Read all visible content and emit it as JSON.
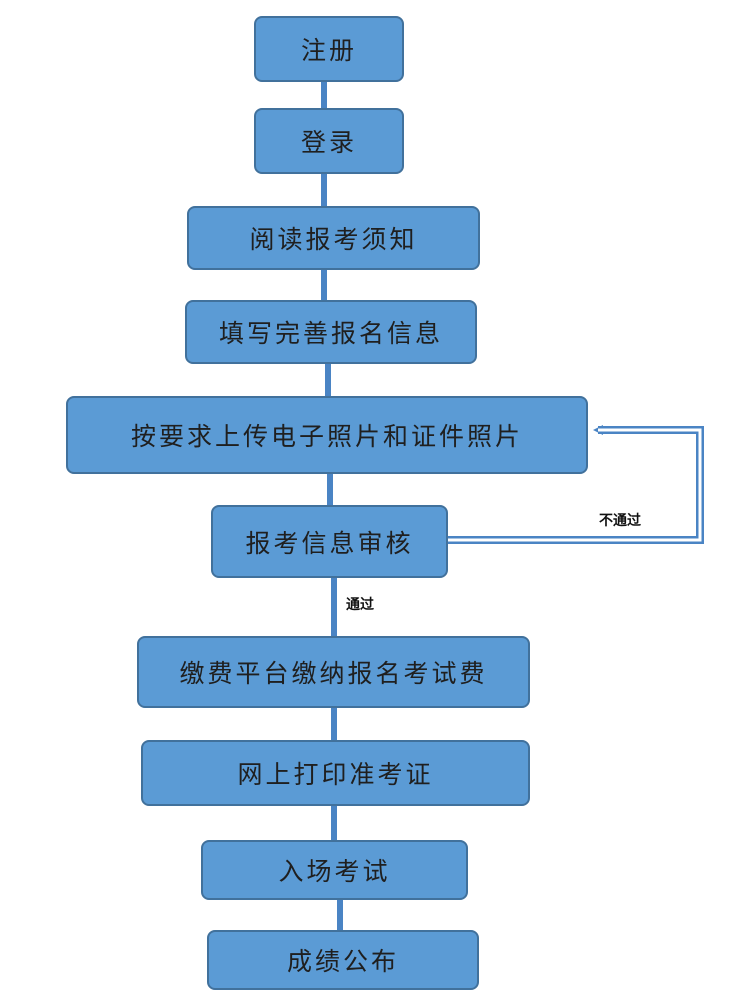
{
  "flowchart": {
    "steps": [
      {
        "id": "register",
        "label": "注册"
      },
      {
        "id": "login",
        "label": "登录"
      },
      {
        "id": "read_notice",
        "label": "阅读报考须知"
      },
      {
        "id": "fill_info",
        "label": "填写完善报名信息"
      },
      {
        "id": "upload_photos",
        "label": "按要求上传电子照片和证件照片"
      },
      {
        "id": "review",
        "label": "报考信息审核"
      },
      {
        "id": "pay",
        "label": "缴费平台缴纳报名考试费"
      },
      {
        "id": "print_ticket",
        "label": "网上打印准考证"
      },
      {
        "id": "exam",
        "label": "入场考试"
      },
      {
        "id": "results",
        "label": "成绩公布"
      }
    ],
    "edges": {
      "fail_label": "不通过",
      "pass_label": "通过"
    },
    "colors": {
      "box_fill": "#5b9bd5",
      "box_border": "#41719c",
      "arrow": "#4a84c4"
    }
  }
}
